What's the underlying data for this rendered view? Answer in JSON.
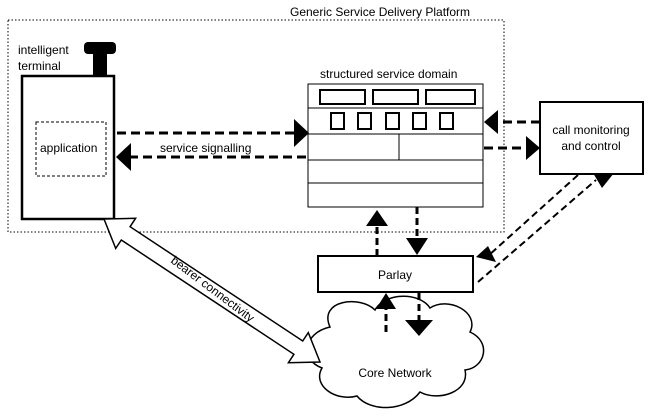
{
  "platform": {
    "title": "Generic Service Delivery Platform"
  },
  "terminal": {
    "label_line1": "intelligent",
    "label_line2": "terminal",
    "app_label": "application"
  },
  "domain": {
    "title": "structured service domain"
  },
  "signalling": {
    "label": "service signalling"
  },
  "call_control": {
    "label_line1": "call monitoring",
    "label_line2": "and control"
  },
  "parlay": {
    "label": "Parlay"
  },
  "core": {
    "label": "Core Network"
  },
  "bearer": {
    "label": "bearer connectivity"
  },
  "colors": {
    "stroke": "#000000",
    "fill": "#ffffff"
  }
}
